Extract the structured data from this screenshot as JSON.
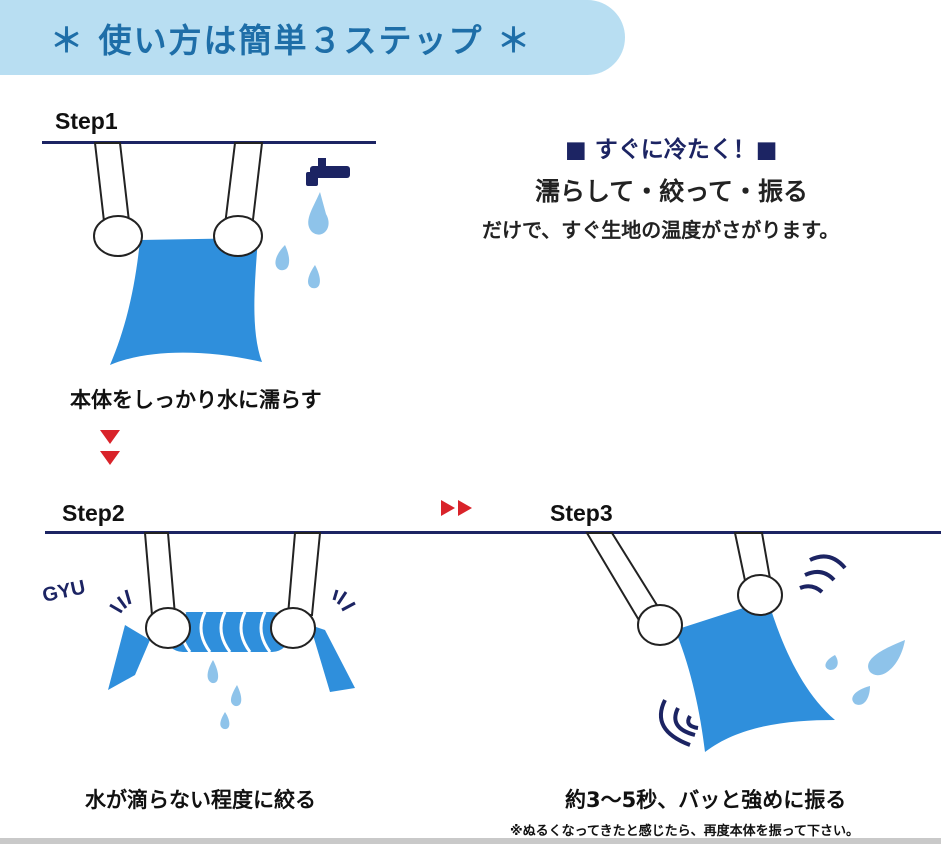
{
  "banner": {
    "title": "＊ 使い方は簡単３ステップ ＊"
  },
  "intro": {
    "headline": "■ すぐに冷たく！■",
    "subhead": "濡らして・絞って・振る",
    "description": "だけで、すぐ生地の温度がさがります。"
  },
  "steps": [
    {
      "label": "Step1",
      "caption": "本体をしっかり水に濡らす"
    },
    {
      "label": "Step2",
      "caption": "水が滴らない程度に絞る",
      "sound": "GYU"
    },
    {
      "label": "Step3",
      "caption": "約3～5秒、バッと強めに振る"
    }
  ],
  "note": "※ぬるくなってきたと感じたら、再度本体を振って下さい。",
  "colors": {
    "banner": "#b8def2",
    "navy": "#1c2463",
    "towel": "#2f8fdc",
    "drop": "#8ec3ea",
    "arrow": "#d9232a"
  }
}
